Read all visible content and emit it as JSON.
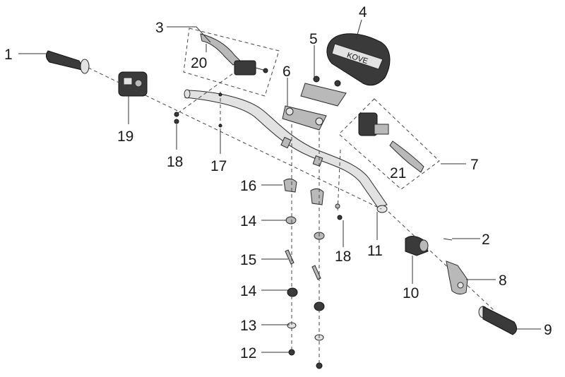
{
  "callouts": {
    "c1": "1",
    "c2": "2",
    "c3": "3",
    "c4": "4",
    "c5": "5",
    "c6": "6",
    "c7": "7",
    "c8": "8",
    "c9": "9",
    "c10": "10",
    "c11": "11",
    "c12": "12",
    "c13": "13",
    "c14a": "14",
    "c14b": "14",
    "c15": "15",
    "c16": "16",
    "c17": "17",
    "c18a": "18",
    "c18b": "18",
    "c19": "19",
    "c20": "20",
    "c21": "21"
  },
  "pad_brand": "KOVE"
}
